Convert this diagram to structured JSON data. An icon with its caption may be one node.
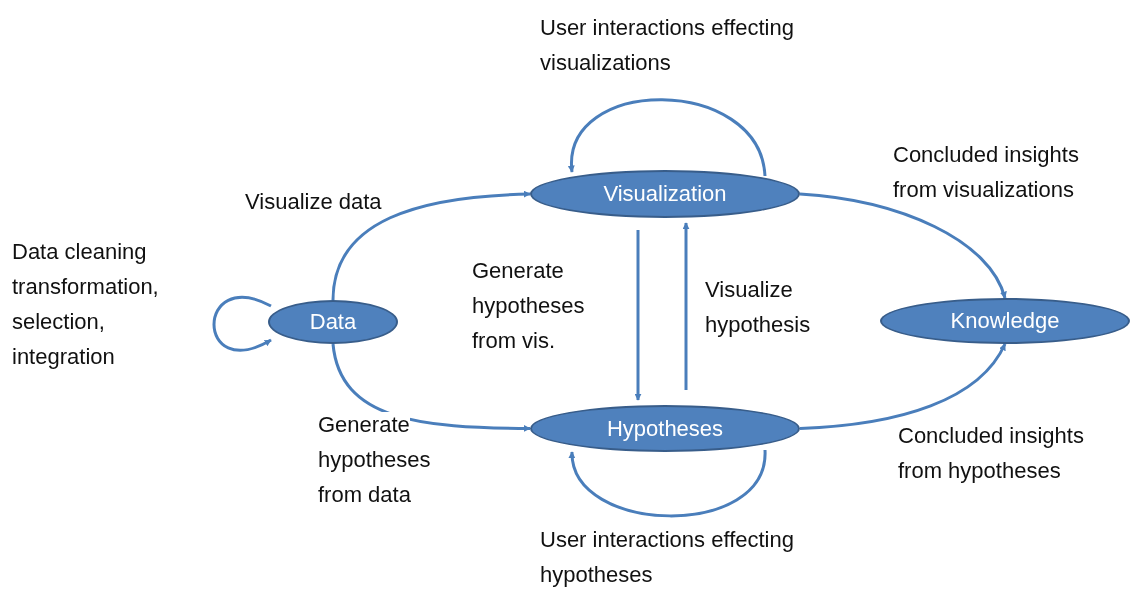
{
  "diagram": {
    "nodes": [
      {
        "text": [
          "Data"
        ]
      },
      {
        "text": [
          "Visualization"
        ]
      },
      {
        "text": [
          "Hypotheses"
        ]
      },
      {
        "text": [
          "Knowledge"
        ]
      }
    ],
    "edges": [
      {
        "from": 0,
        "to": 0,
        "arrow": "to",
        "label": "Data cleaning transformation, selection, integration"
      },
      {
        "from": 0,
        "to": 1,
        "arrow": "to",
        "label": "Visualize data"
      },
      {
        "from": 0,
        "to": 2,
        "arrow": "to",
        "label": "Generate hypotheses from data"
      },
      {
        "from": 1,
        "to": 1,
        "arrow": "to",
        "label": "User interactions effecting visualizations"
      },
      {
        "from": 1,
        "to": 2,
        "arrow": "to",
        "label": "Generate hypotheses from vis."
      },
      {
        "from": 2,
        "to": 1,
        "arrow": "to",
        "label": "Visualize hypothesis"
      },
      {
        "from": 1,
        "to": 3,
        "arrow": "to",
        "label": "Concluded insights from visualizations"
      },
      {
        "from": 2,
        "to": 2,
        "arrow": "to",
        "label": "User interactions effecting hypotheses"
      },
      {
        "from": 2,
        "to": 3,
        "arrow": "to",
        "label": "Concluded insights from hypotheses"
      }
    ]
  }
}
